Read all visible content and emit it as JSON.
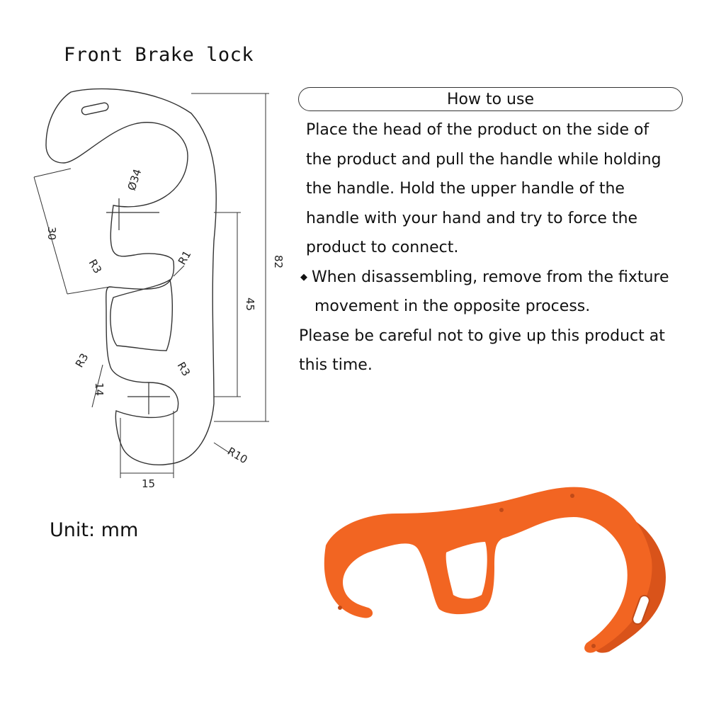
{
  "title": "Front Brake lock",
  "unit_label": "Unit: mm",
  "dimensions": {
    "diameter": "Ø34",
    "width_30": "30",
    "height_82": "82",
    "height_45": "45",
    "r1": "R1",
    "r3_top": "R3",
    "r3_left": "R3",
    "r3_right": "R3",
    "width_14": "14",
    "width_15": "15",
    "r10": "R10"
  },
  "how_to_use": {
    "header": "How to use",
    "paragraph_lines": [
      "Place the head of the product on the side of",
      "the product and pull the handle while holding",
      "the handle. Hold the upper handle of the",
      "handle with your hand and try to force the",
      "product to connect."
    ],
    "bullet_lines": [
      "When disassembling, remove from the fixture",
      "movement in the opposite process."
    ],
    "note_lines": [
      "Please be careful not to give up this product at",
      "this time."
    ]
  },
  "colors": {
    "product_orange": "#f26522",
    "product_shade": "#d9531a",
    "drawing_line": "#333333"
  }
}
